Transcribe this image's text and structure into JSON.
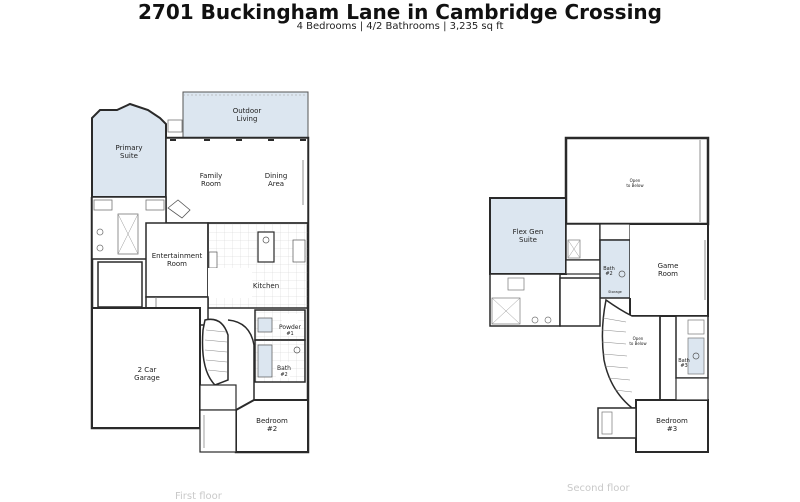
{
  "header": {
    "title": "2701 Buckingham Lane in Cambridge Crossing",
    "subtitle": "4 Bedrooms | 4/2 Bathrooms | 3,235 sq ft"
  },
  "colors": {
    "wall": "#2a2a2a",
    "highlight": "#dce6f0",
    "thin_line": "#777777",
    "tile_grid": "#c8c8c8",
    "caption": "#c9c9c9"
  },
  "first_floor": {
    "caption": "First floor",
    "outdoor_living": [
      "Outdoor",
      "Living"
    ],
    "primary_suite": [
      "Primary",
      "Suite"
    ],
    "family_room": [
      "Family",
      "Room"
    ],
    "dining_area": [
      "Dining",
      "Area"
    ],
    "entertainment_room": [
      "Entertainment",
      "Room"
    ],
    "kitchen": "Kitchen",
    "powder": [
      "Powder",
      "#1"
    ],
    "bath": [
      "Bath",
      "#2"
    ],
    "garage": [
      "2 Car",
      "Garage"
    ],
    "bedroom": [
      "Bedroom",
      "#2"
    ]
  },
  "second_floor": {
    "caption": "Second floor",
    "open_to_below_top": [
      "Open",
      "to Below"
    ],
    "flex_gen_suite": [
      "Flex Gen",
      "Suite"
    ],
    "game_room": [
      "Game",
      "Room"
    ],
    "bath_4": [
      "Bath",
      "#2"
    ],
    "storage": "Storage",
    "open_to_below_stair": [
      "Open",
      "to Below"
    ],
    "bath_3": [
      "Bath",
      "#3"
    ],
    "bedroom_3": [
      "Bedroom",
      "#3"
    ]
  }
}
